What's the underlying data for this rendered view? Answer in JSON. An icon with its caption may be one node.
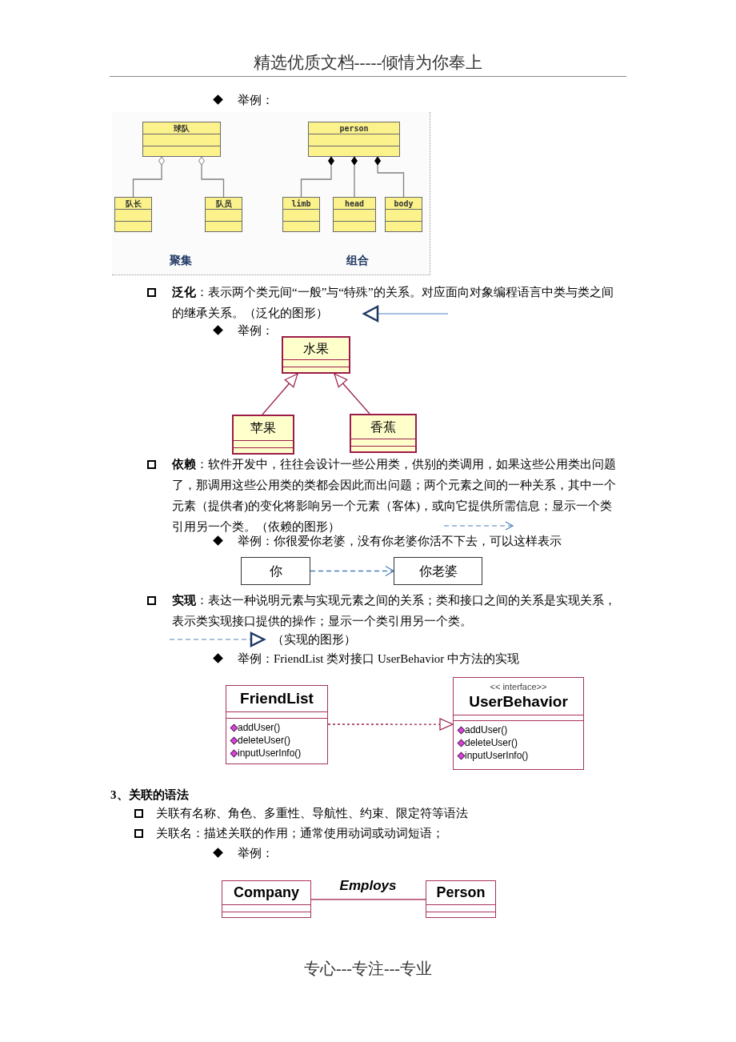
{
  "diagram": {
    "nodes": [
      {
        "text": [
          "球队"
        ]
      },
      {
        "text": [
          "队长"
        ]
      },
      {
        "text": [
          "队员"
        ]
      },
      {
        "text": [
          "person"
        ]
      },
      {
        "text": [
          "limb"
        ]
      },
      {
        "text": [
          "head"
        ]
      },
      {
        "text": [
          "body"
        ]
      },
      {
        "text": [
          "水果"
        ]
      },
      {
        "text": [
          "苹果"
        ]
      },
      {
        "text": [
          "香蕉"
        ]
      },
      {
        "text": [
          "你"
        ]
      },
      {
        "text": [
          "你老婆"
        ]
      },
      {
        "text": [
          "FriendList",
          "addUser()",
          "deleteUser()",
          "inputUserInfo()"
        ]
      },
      {
        "text": [
          "<< interface>>",
          "UserBehavior",
          "addUser()",
          "deleteUser()",
          "inputUserInfo()"
        ]
      },
      {
        "text": [
          "Company"
        ]
      },
      {
        "text": [
          "Person"
        ]
      }
    ],
    "edges": [
      {
        "from": 1,
        "to": 0,
        "arrow": "other"
      },
      {
        "from": 2,
        "to": 0,
        "arrow": "other"
      },
      {
        "from": 4,
        "to": 3,
        "arrow": "other"
      },
      {
        "from": 5,
        "to": 3,
        "arrow": "other"
      },
      {
        "from": 6,
        "to": 3,
        "arrow": "other"
      },
      {
        "from": 8,
        "to": 7,
        "arrow": "to",
        "color": "#9b1b4b"
      },
      {
        "from": 9,
        "to": 7,
        "arrow": "to",
        "color": "#9b1b4b"
      },
      {
        "from": 10,
        "to": 11,
        "arrow": "to",
        "style": "dashed",
        "color": "#4f81bd"
      },
      {
        "from": 12,
        "to": 13,
        "arrow": "to",
        "style": "dashed",
        "color": "#9b1b4b"
      },
      {
        "from": 14,
        "to": 15,
        "arrow": "none",
        "label": "Employs",
        "color": "#9b1b4b"
      }
    ],
    "labels": [
      "精选优质文档-----倾情为你奉上",
      "举例：",
      "聚集",
      "组合",
      "**泛化**：表示两个类元间“一般”与“特殊”的关系。对应面向对象编程语言中类与类之间的继承关系。（泛化的图形）",
      "举例：",
      "**依赖**：软件开发中，往往会设计一些公用类，供别的类调用，如果这些公用类出问题了，那调用这些公用类的类都会因此而出问题；两个元素之间的一种关系，其中一个元素（提供者)的变化将影响另一个元素（客体)，或向它提供所需信息；显示一个类引用另一个类。（依赖的图形）",
      "举例：你很爱你老婆，没有你老婆你活不下去，可以这样表示",
      "**实现**：表达一种说明元素与实现元素之间的关系；类和接口之间的关系是实现关系，表示类实现接口提供的操作；显示一个类引用另一个类。",
      "（实现的图形）",
      "举例：FriendList 类对接口 UserBehavior 中方法的实现",
      "3、关联的语法",
      "关联有名称、角色、多重性、导航性、约束、限定符等语法",
      "关联名：描述关联的作用；通常使用动词或动词短语；",
      "举例：",
      "专心---专注---专业"
    ]
  }
}
